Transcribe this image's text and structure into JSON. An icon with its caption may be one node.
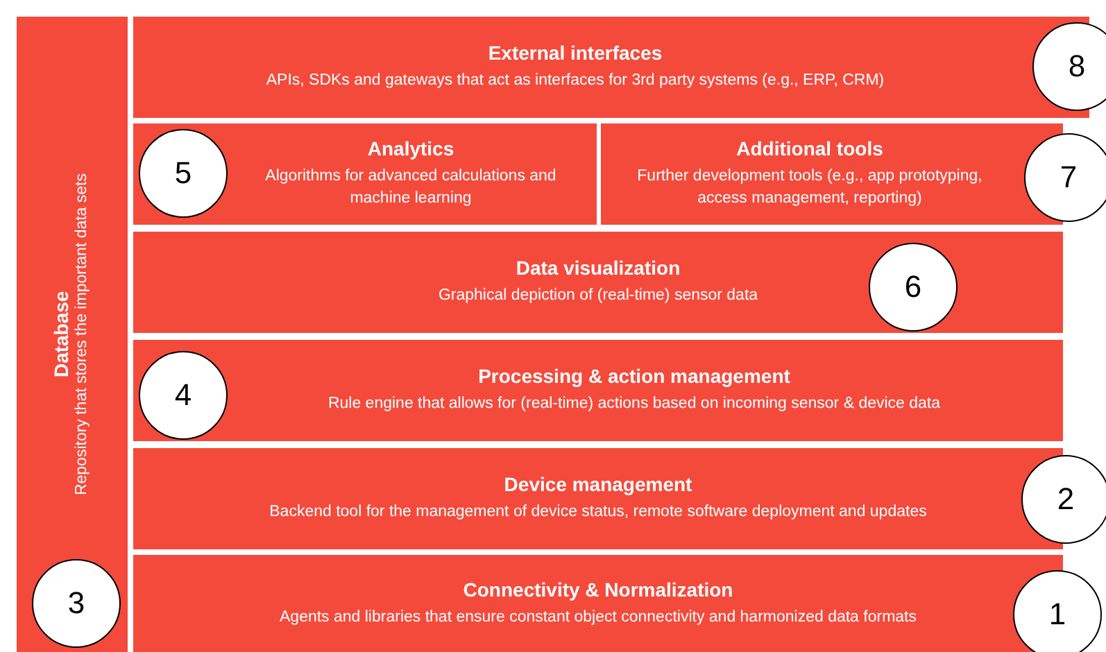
{
  "diagram": {
    "nodes": [
      {
        "text": [
          "Database",
          "Repository that stores the important data sets"
        ]
      },
      {
        "text": [
          "External interfaces",
          "APIs, SDKs and gateways that act as interfaces for 3rd party systems (e.g., ERP, CRM)"
        ]
      },
      {
        "text": [
          "8"
        ]
      },
      {
        "text": [
          "Analytics",
          "Algorithms for advanced calculations and machine learning"
        ]
      },
      {
        "text": [
          "5"
        ],
        "in": 3
      },
      {
        "text": [
          "Additional tools",
          "Further development tools (e.g., app prototyping, access management, reporting)"
        ]
      },
      {
        "text": [
          "7"
        ]
      },
      {
        "text": [
          "Data visualization",
          "Graphical depiction of (real-time) sensor data"
        ]
      },
      {
        "text": [
          "6"
        ],
        "in": 7
      },
      {
        "text": [
          "Processing & action management",
          "Rule engine that allows for (real-time) actions based on incoming sensor & device data"
        ]
      },
      {
        "text": [
          "4"
        ],
        "in": 9
      },
      {
        "text": [
          "Device management",
          "Backend tool for the management of device status, remote software deployment and updates"
        ]
      },
      {
        "text": [
          "2"
        ]
      },
      {
        "text": [
          "Connectivity & Normalization",
          "Agents and libraries that ensure constant object connectivity and harmonized data formats"
        ]
      },
      {
        "text": [
          "3"
        ],
        "in": 0
      },
      {
        "text": [
          "1"
        ]
      }
    ],
    "edges": []
  }
}
